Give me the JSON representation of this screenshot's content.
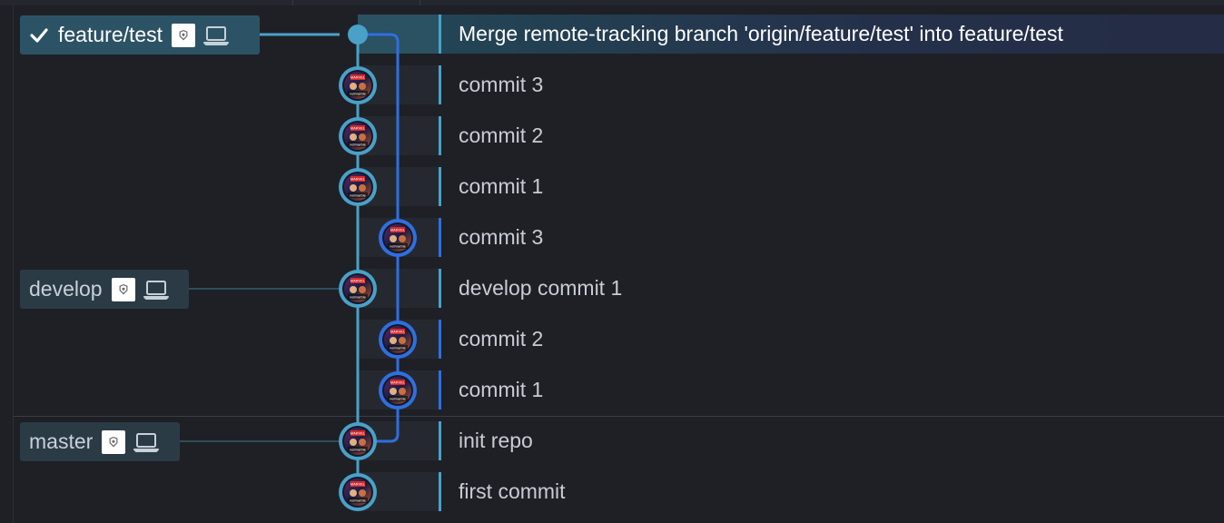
{
  "app": {
    "accent_colors": {
      "lane_primary": "#4aa1c7",
      "lane_secondary": "#2f6fe0",
      "selected_row": "#2a5262"
    }
  },
  "branches": [
    {
      "name": "feature/test",
      "current": true,
      "icons": [
        "check-icon",
        "remote-avatar-icon",
        "laptop-icon"
      ],
      "row": 0
    },
    {
      "name": "develop",
      "current": false,
      "icons": [
        "remote-avatar-icon",
        "laptop-icon"
      ],
      "row": 5
    },
    {
      "name": "master",
      "current": false,
      "icons": [
        "remote-avatar-icon",
        "laptop-icon"
      ],
      "row": 8
    }
  ],
  "commits": [
    {
      "message": "Merge remote-tracking branch 'origin/feature/test' into feature/test",
      "lane": 0,
      "merge": true,
      "selected": true
    },
    {
      "message": "commit 3",
      "lane": 0,
      "merge": false,
      "selected": false
    },
    {
      "message": "commit 2",
      "lane": 0,
      "merge": false,
      "selected": false
    },
    {
      "message": "commit 1",
      "lane": 0,
      "merge": false,
      "selected": false
    },
    {
      "message": "commit 3",
      "lane": 1,
      "merge": false,
      "selected": false
    },
    {
      "message": "develop commit 1",
      "lane": 0,
      "merge": false,
      "selected": false
    },
    {
      "message": "commit 2",
      "lane": 1,
      "merge": false,
      "selected": false
    },
    {
      "message": "commit 1",
      "lane": 1,
      "merge": false,
      "selected": false
    },
    {
      "message": "init repo",
      "lane": 0,
      "merge": false,
      "selected": false
    },
    {
      "message": "first commit",
      "lane": 0,
      "merge": false,
      "selected": false
    }
  ],
  "avatar": {
    "brand_top": "MARVEL",
    "brand_bottom": "netmarble"
  }
}
